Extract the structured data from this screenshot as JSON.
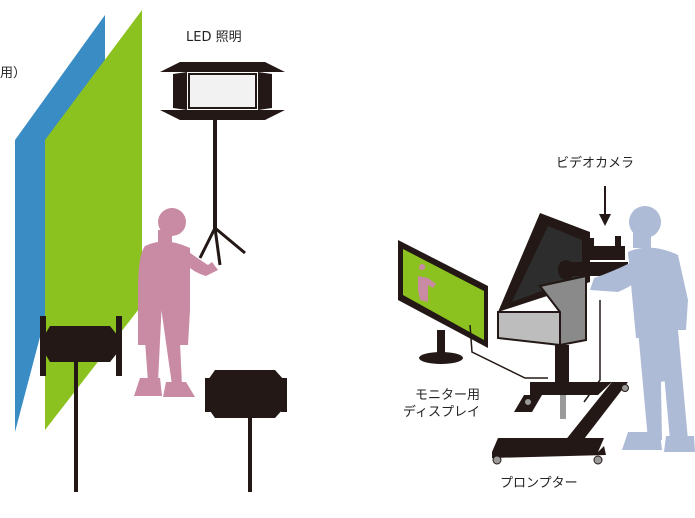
{
  "labels": {
    "left_partial": "用）",
    "led_light": "LED 照明",
    "video_camera": "ビデオカメラ",
    "monitor_line1": "モニター用",
    "monitor_line2": "ディスプレイ",
    "prompter": "プロンプター"
  },
  "colors": {
    "blue_backdrop": "#3a8cc4",
    "green_backdrop": "#8cc21f",
    "pink_person": "#c98aa3",
    "blue_person": "#aebbd7",
    "equipment_dark": "#231815",
    "label_text": "#222222"
  }
}
